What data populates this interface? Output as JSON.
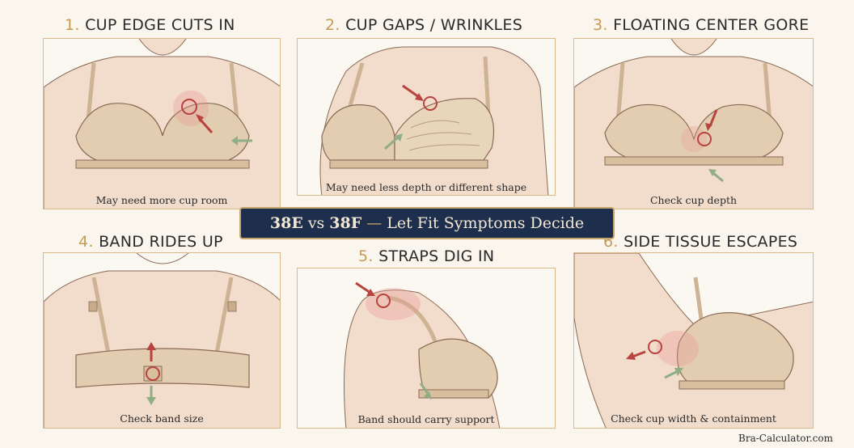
{
  "panels": [
    {
      "number": "1.",
      "title": "CUP EDGE CUTS IN",
      "caption": "May need more cup room"
    },
    {
      "number": "2.",
      "title": "CUP GAPS / WRINKLES",
      "caption": "May need less depth or different shape"
    },
    {
      "number": "3.",
      "title": "FLOATING CENTER GORE",
      "caption": "Check cup depth"
    },
    {
      "number": "4.",
      "title": "BAND RIDES UP",
      "caption": "Check band size"
    },
    {
      "number": "5.",
      "title": "STRAPS DIG IN",
      "caption": "Band should carry support"
    },
    {
      "number": "6.",
      "title": "SIDE TISSUE ESCAPES",
      "caption": "Check cup width & containment"
    }
  ],
  "banner": {
    "size_a": "38E",
    "vs": "vs",
    "size_b": "38F",
    "dash": "—",
    "tagline": "Let Fit Symptoms Decide"
  },
  "footer": {
    "site": "Bra-Calculator.com"
  },
  "colors": {
    "accent_gold": "#c79a52",
    "banner_navy": "#1e2f4d",
    "problem_red": "#b8433f",
    "fix_green": "#8fae86",
    "skin": "#f2dccb",
    "bra_beige": "#e2cdb0"
  }
}
